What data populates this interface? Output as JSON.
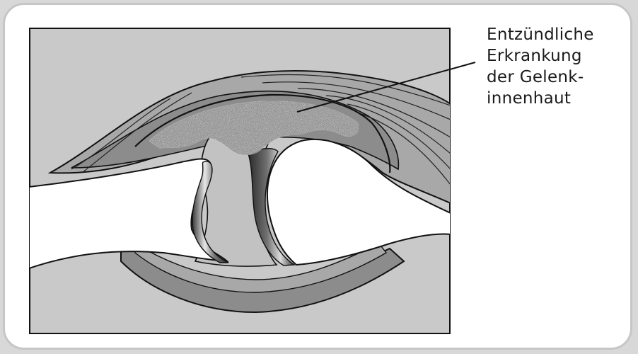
{
  "annotation": {
    "lines": [
      "Entzündliche",
      "Erkrankung",
      "der Gelenk-",
      "innenhaut"
    ]
  },
  "colors": {
    "background": "#c9c9c9",
    "outline": "#111111",
    "capsule_dark": "#8a8a8a",
    "capsule_mid": "#a9a9a9",
    "bone": "#ffffff",
    "synovial_fluid": "#c4c4c4"
  }
}
